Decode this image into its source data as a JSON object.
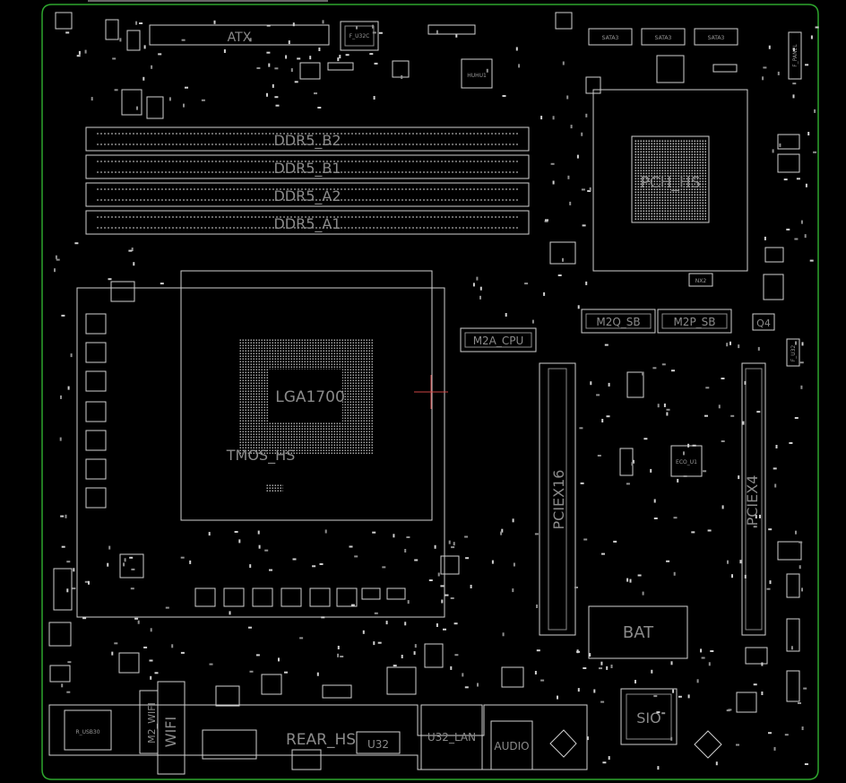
{
  "board": {
    "border_color": "#2ea62e",
    "silk_color": "#cfcfcf",
    "label_color": "#8a8a8a"
  },
  "labels": {
    "atx": "ATX",
    "f_u32c": "F_U32C",
    "huhu1": "HUHU1",
    "ddr5_b2": "DDR5_B2",
    "ddr5_b1": "DDR5_B1",
    "ddr5_a2": "DDR5_A2",
    "ddr5_a1": "DDR5_A1",
    "pch_hs": "PCH_HS",
    "nx2": "NX2",
    "m2q_sb": "M2Q_SB",
    "m2p_sb": "M2P_SB",
    "q4": "Q4",
    "m2a_cpu": "M2A_CPU",
    "lga1700": "LGA1700",
    "tmos_hs": "TMOS_HS",
    "pciex16": "PCIEX16",
    "pciex4": "PCIEX4",
    "bat": "BAT",
    "sio": "SIO",
    "r_usb30": "R_USB30",
    "m2_wifi": "M2_WIFI",
    "wifi": "WIFI",
    "rear_hs": "REAR_HS",
    "u32": "U32",
    "u32_lan": "U32_LAN",
    "audio": "AUDIO",
    "f_panel": "F_PANEL",
    "f_u32": "F_U32",
    "sata": "SATA3",
    "eco_u1": "ECO_U1"
  }
}
